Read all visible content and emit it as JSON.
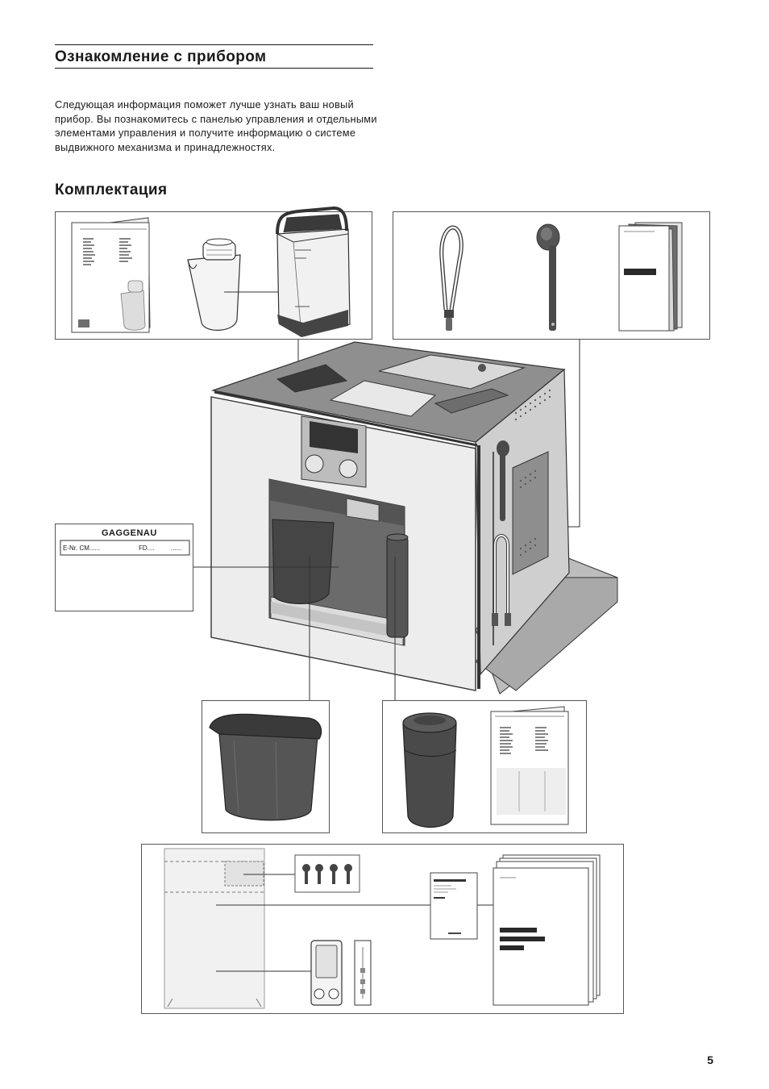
{
  "section": {
    "title": "Ознакомление с прибором",
    "intro": "Следующая информация поможет лучше узнать ваш новый прибор. Вы познакомитесь с панелью управления и отдельными элементами управления и получите информацию о системе выдвижного механизма и принадлежностях."
  },
  "subsection": {
    "title": "Комплектация"
  },
  "rating_plate": {
    "brand": "GAGGENAU",
    "enr": "E-Nr. CM......",
    "fd": "FD....",
    "serial": "......"
  },
  "page_number": "5"
}
